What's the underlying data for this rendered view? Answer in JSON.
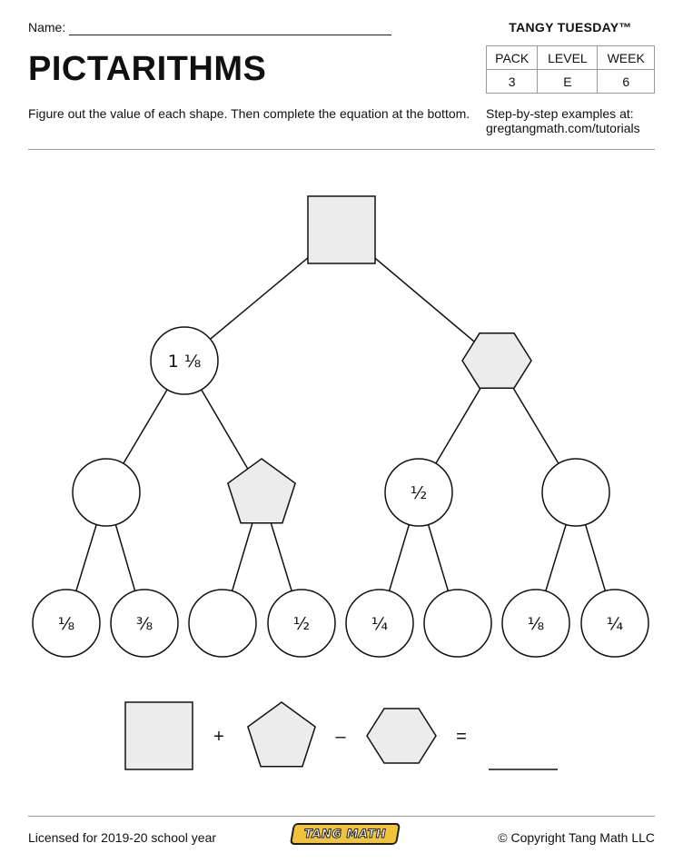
{
  "header": {
    "name_label": "Name:",
    "title": "PICTARITHMS",
    "instructions": "Figure out the value of each shape. Then complete the equation at the bottom.",
    "brand": "TANGY TUESDAY™",
    "meta_headers": [
      "PACK",
      "LEVEL",
      "WEEK"
    ],
    "meta_values": [
      "3",
      "E",
      "6"
    ],
    "examples_line1": "Step-by-step examples at:",
    "examples_line2": "gregtangmath.com/tutorials"
  },
  "tree": {
    "root": "",
    "level1": [
      "1 ⅛",
      ""
    ],
    "level2": [
      "",
      "",
      "½",
      ""
    ],
    "level3": [
      "⅛",
      "⅜",
      "",
      "½",
      "¼",
      "",
      "⅛",
      "¼"
    ]
  },
  "equation": {
    "op1": "+",
    "op2": "–",
    "equals": "=",
    "answer": ""
  },
  "footer": {
    "license": "Licensed for 2019-20 school year",
    "logo_text": "TANG MATH",
    "copyright": "© Copyright Tang Math LLC"
  },
  "colors": {
    "shape_fill": "#ececec",
    "stroke": "#111111",
    "logo_yellow": "#f1c33a"
  }
}
